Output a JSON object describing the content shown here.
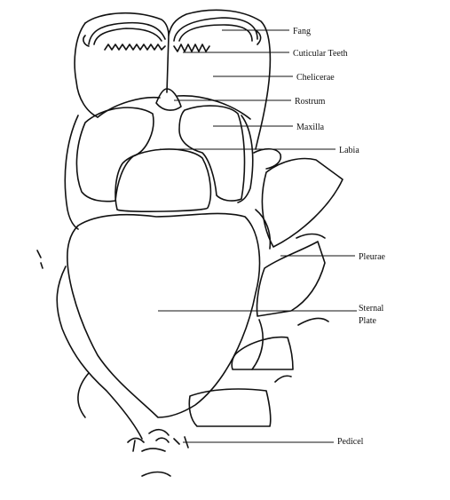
{
  "labels": {
    "fang": "Fang",
    "cuticular_teeth": "Cuticular Teeth",
    "chelicerae": "Chelicerae",
    "rostrum": "Rostrum",
    "maxilla": "Maxilla",
    "labia": "Labia",
    "pleurae": "Pleurae",
    "sternal_plate_1": "Sternal",
    "sternal_plate_2": "Plate",
    "pedicel": "Pedicel"
  },
  "colors": {
    "ink": "#111111",
    "paper": "#ffffff"
  }
}
